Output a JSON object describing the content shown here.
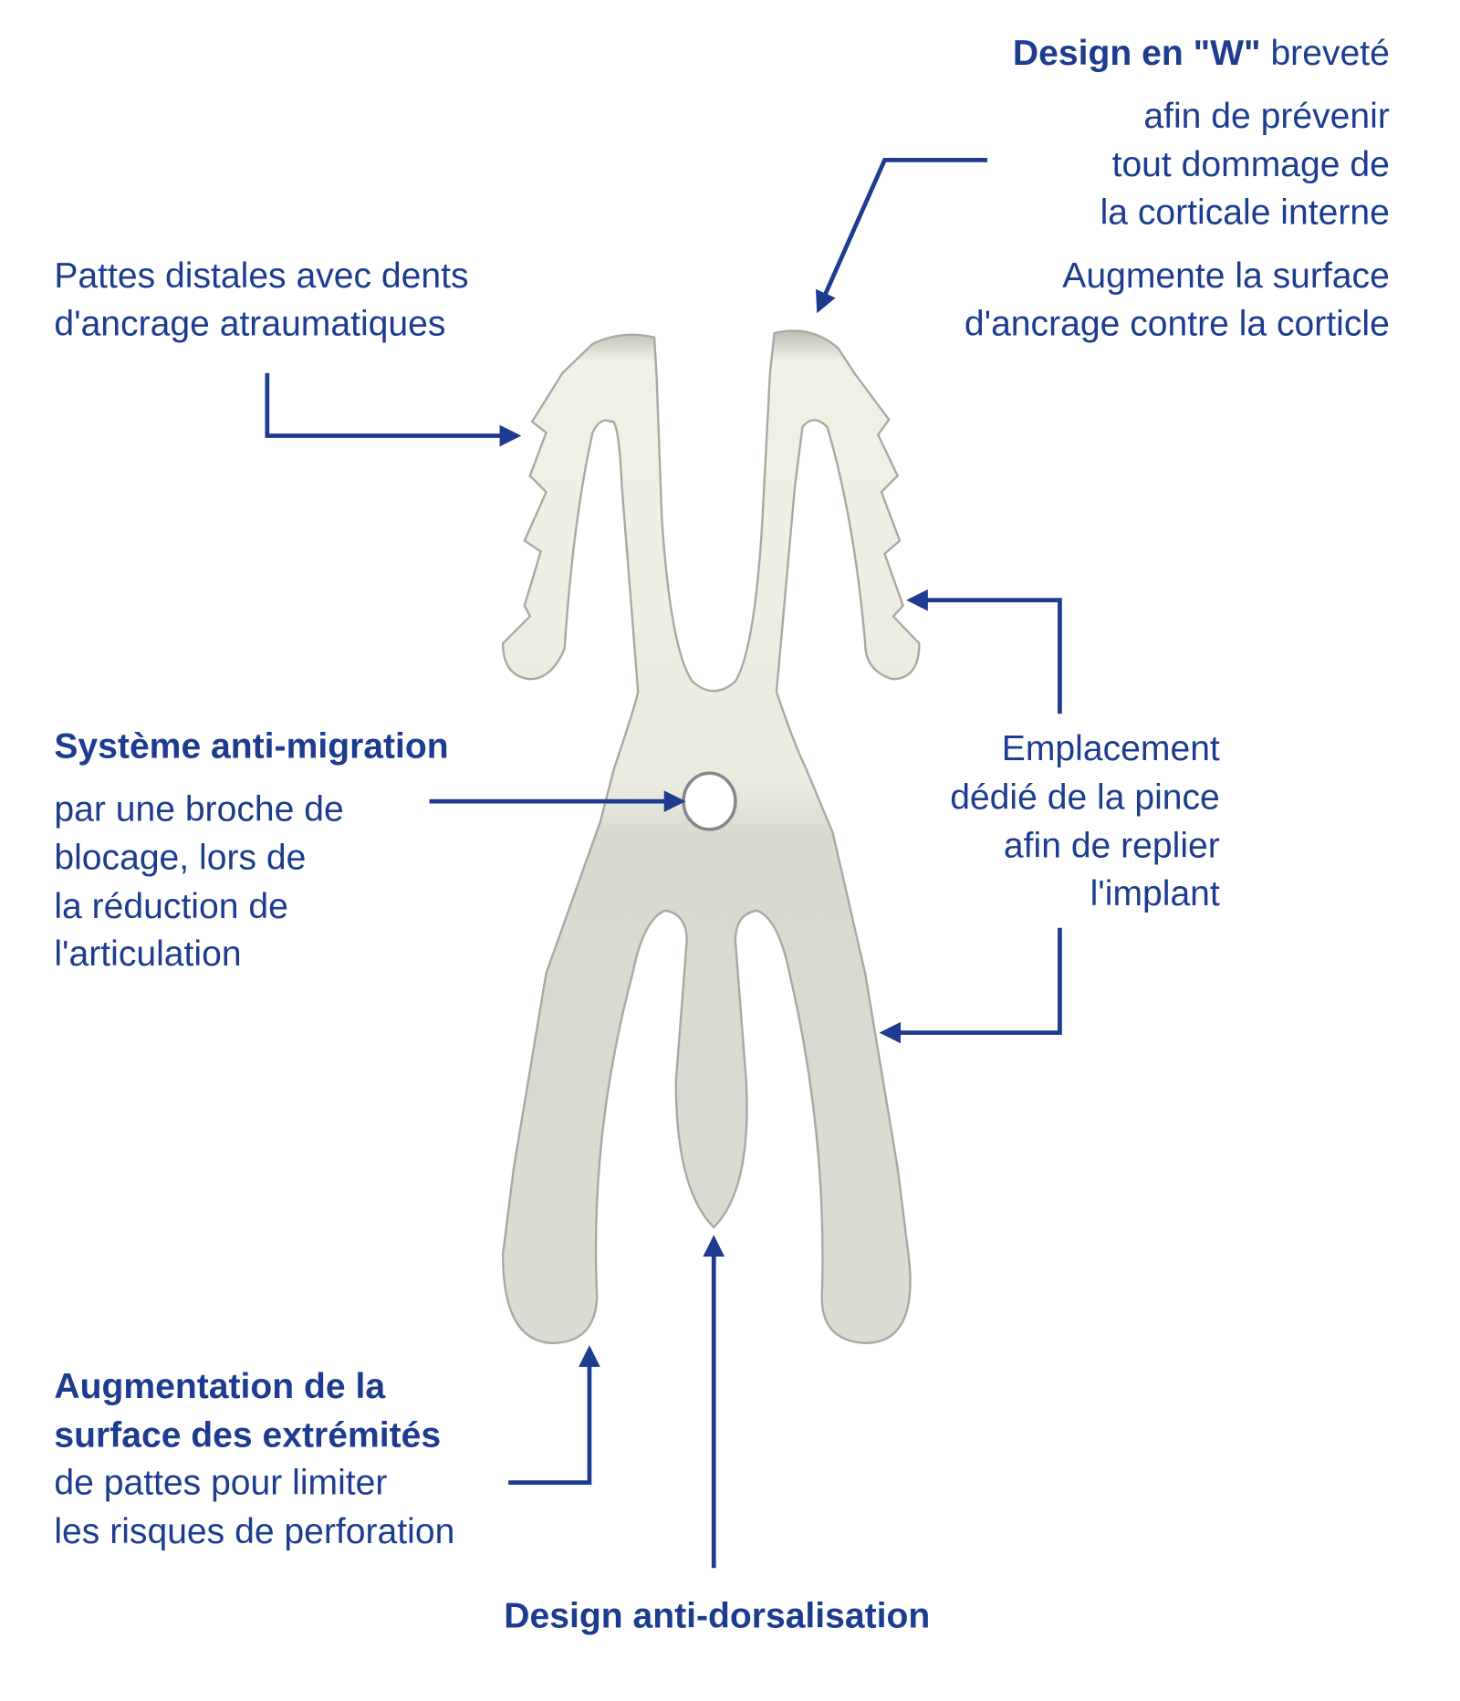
{
  "colors": {
    "accent": "#1d3c8f",
    "implant": "#e4e4dc"
  },
  "design_w": {
    "title_bold": "Design en \"W\"",
    "title_rest": " breveté",
    "lines": [
      "afin de prévenir",
      "tout dommage de",
      "la corticale interne"
    ],
    "lines2": [
      "Augmente la surface",
      "d'ancrage contre la corticle"
    ]
  },
  "pattes": {
    "lines": [
      "Pattes distales avec dents",
      "d'ancrage atraumatiques"
    ]
  },
  "anti_migration": {
    "title": "Système anti-migration",
    "lines": [
      "par une broche de",
      "blocage, lors de",
      "la réduction de",
      "l'articulation"
    ]
  },
  "emplacement": {
    "lines": [
      "Emplacement",
      "dédié de la pince",
      "afin de replier",
      "l'implant"
    ]
  },
  "augmentation": {
    "title_lines": [
      "Augmentation de la",
      "surface des extrémités"
    ],
    "lines": [
      "de pattes pour limiter",
      "les risques de perforation"
    ]
  },
  "dorsalisation": {
    "title": "Design anti-dorsalisation"
  }
}
